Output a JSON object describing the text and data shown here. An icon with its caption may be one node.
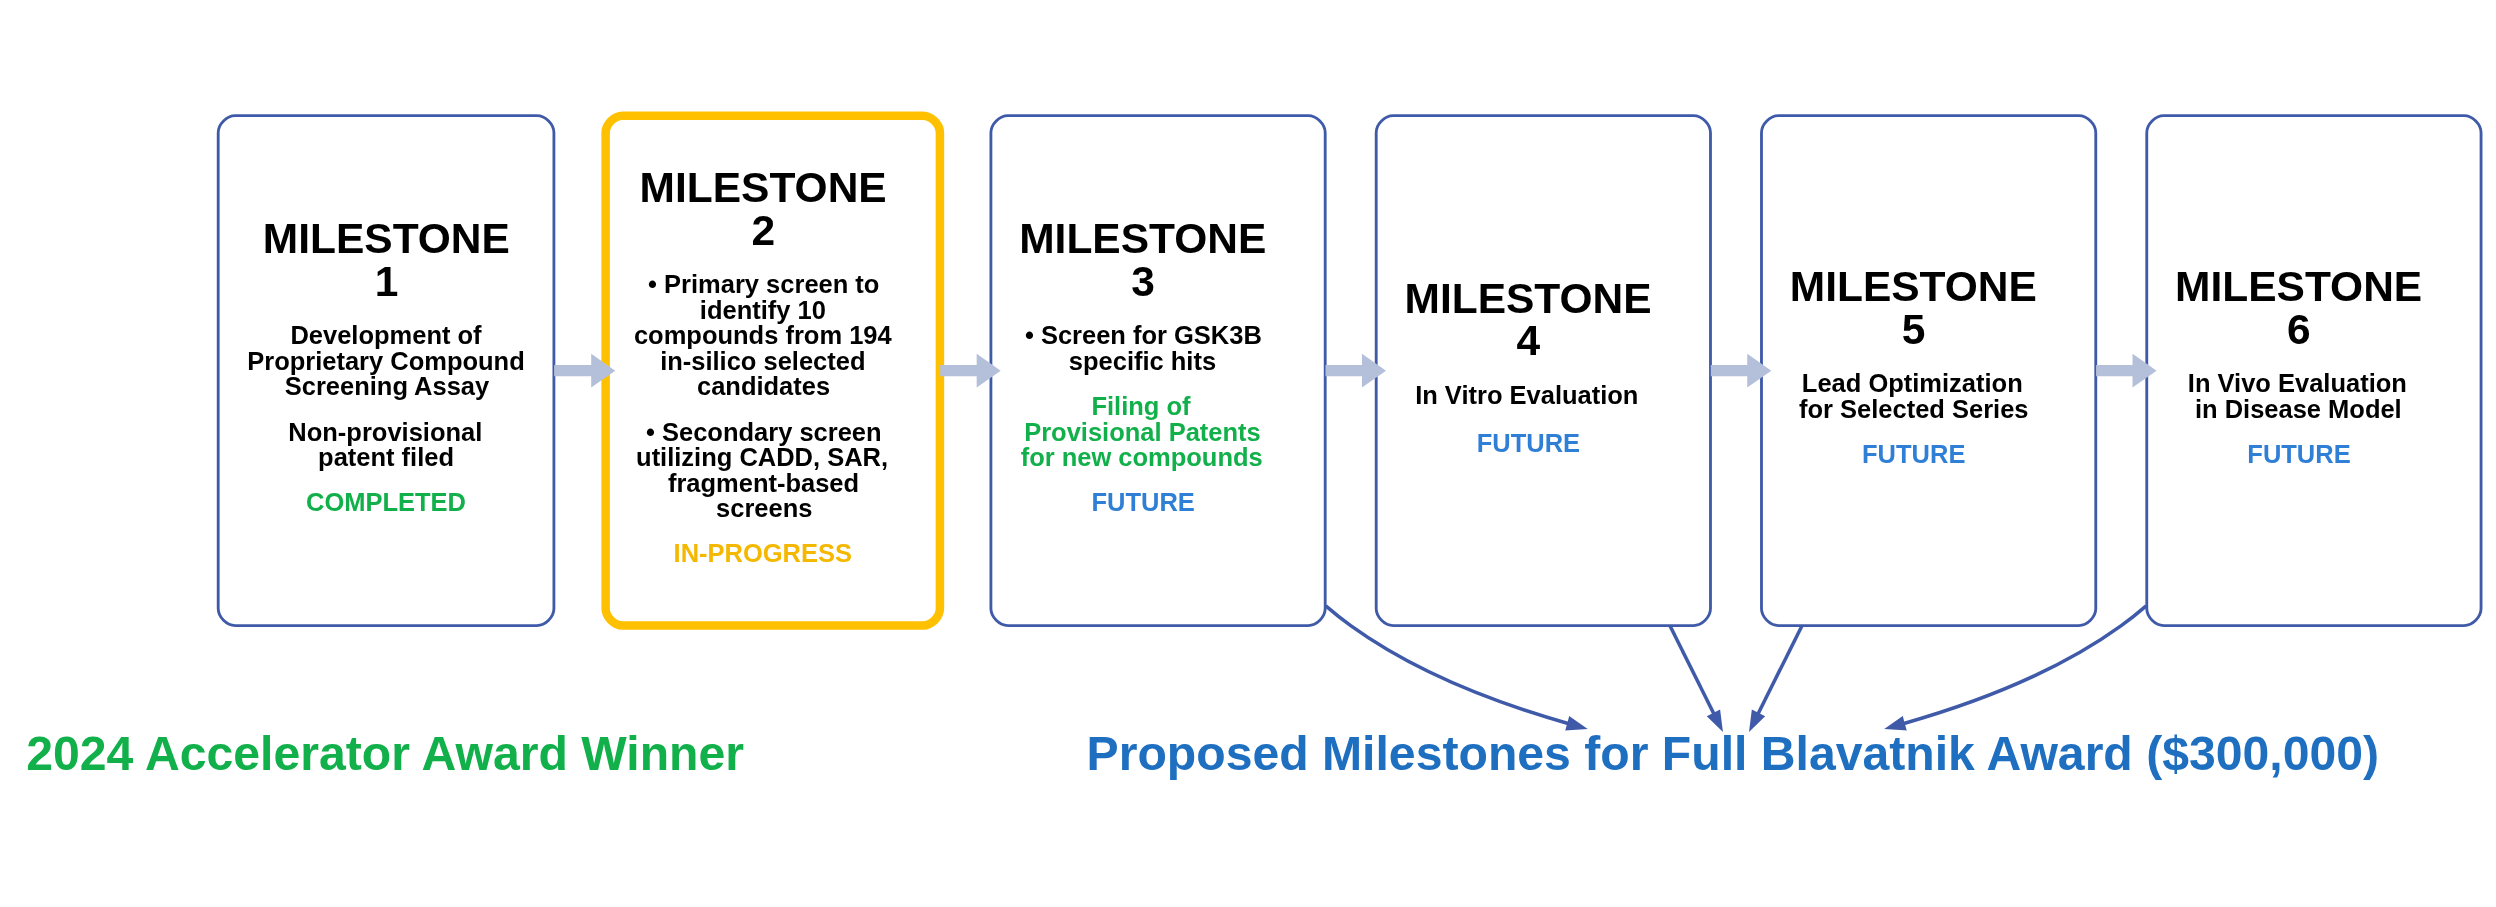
{
  "diagram": {
    "nodes": [
      {
        "text": [
          "MILESTONE 1",
          "Development of Proprietary Compound Screening Assay",
          "Non-provisional patent filed",
          "COMPLETED"
        ]
      },
      {
        "text": [
          "MILESTONE 2",
          "• Primary screen to identify 10 compounds from 194 in-silico selected candidates",
          "• Secondary screen utilizing CADD, SAR, fragment-based screens",
          "IN-PROGRESS"
        ]
      },
      {
        "text": [
          "MILESTONE 3",
          "• Screen for GSK3B specific hits",
          "Filing of Provisional Patents for new compounds",
          "FUTURE"
        ]
      },
      {
        "text": [
          "MILESTONE 4",
          "In Vitro Evaluation",
          "FUTURE"
        ]
      },
      {
        "text": [
          "MILESTONE 5",
          "Lead Optimization for Selected Series",
          "FUTURE"
        ]
      },
      {
        "text": [
          "MILESTONE 6",
          "In Vivo Evaluation in Disease Model",
          "FUTURE"
        ]
      },
      {
        "text": [
          "Proposed Milestones for Full Blavatnik Award ($300,000)"
        ]
      }
    ],
    "edges": [
      {
        "from": 0,
        "to": 1,
        "arrow": "to"
      },
      {
        "from": 1,
        "to": 2,
        "arrow": "to"
      },
      {
        "from": 2,
        "to": 3,
        "arrow": "to"
      },
      {
        "from": 3,
        "to": 4,
        "arrow": "to"
      },
      {
        "from": 4,
        "to": 5,
        "arrow": "to"
      },
      {
        "from": 2,
        "to": 6,
        "arrow": "to",
        "color": "#3f5aa8"
      },
      {
        "from": 3,
        "to": 6,
        "arrow": "to",
        "color": "#3f5aa8"
      },
      {
        "from": 4,
        "to": 6,
        "arrow": "to",
        "color": "#3f5aa8"
      },
      {
        "from": 5,
        "to": 6,
        "arrow": "to",
        "color": "#3f5aa8"
      }
    ],
    "labels": [
      "2024 Accelerator Award Winner"
    ]
  }
}
